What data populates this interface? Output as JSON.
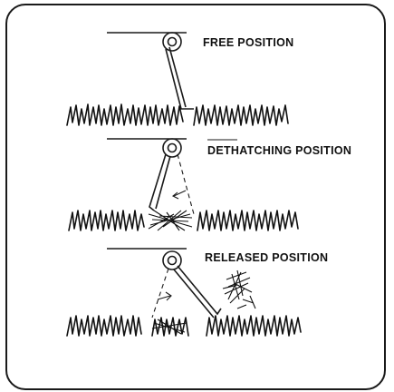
{
  "positions": [
    {
      "label": "FREE POSITION"
    },
    {
      "label": "DETHATCHING POSITION"
    },
    {
      "label": "RELEASED POSITION"
    }
  ],
  "colors": {
    "ink": "#1a1a1a",
    "background": "#ffffff"
  }
}
